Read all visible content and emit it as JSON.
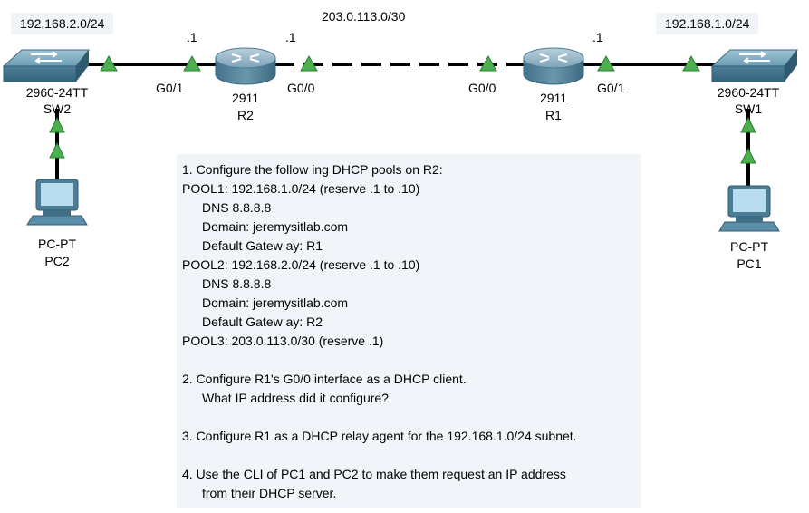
{
  "subnets": {
    "left": "192.168.2.0/24",
    "middle": "203.0.113.0/30",
    "right": "192.168.1.0/24"
  },
  "host_octets": {
    "sw2_side": ".1",
    "r2_g00": ".1",
    "r1_g01": ".1"
  },
  "interfaces": {
    "r2_g01": "G0/1",
    "r2_g00": "G0/0",
    "r1_g00": "G0/0",
    "r1_g01": "G0/1"
  },
  "devices": {
    "sw2": {
      "model": "2960-24TT",
      "name": "SW2"
    },
    "r2": {
      "model": "2911",
      "name": "R2"
    },
    "r1": {
      "model": "2911",
      "name": "R1"
    },
    "sw1": {
      "model": "2960-24TT",
      "name": "SW1"
    },
    "pc2": {
      "model": "PC-PT",
      "name": "PC2"
    },
    "pc1": {
      "model": "PC-PT",
      "name": "PC1"
    }
  },
  "colors": {
    "link_up": "#4caf50",
    "switch_body": "#5b8fa8",
    "router_body": "#6f97ad",
    "notes_bg": "#f1f4f8"
  },
  "instructions": {
    "step1": "1. Configure the follow ing DHCP pools on R2:",
    "pool1": "POOL1: 192.168.1.0/24 (reserve .1 to .10)",
    "pool1_dns": "DNS 8.8.8.8",
    "pool1_domain": "Domain: jeremysitlab.com",
    "pool1_gw": "Default Gatew ay: R1",
    "pool2": "POOL2: 192.168.2.0/24 (reserve .1 to .10)",
    "pool2_dns": "DNS 8.8.8.8",
    "pool2_domain": "Domain: jeremysitlab.com",
    "pool2_gw": "Default Gatew ay: R2",
    "pool3": "POOL3: 203.0.113.0/30 (reserve .1)",
    "step2_a": "2. Configure R1's G0/0 interface as a DHCP client.",
    "step2_b": "What IP address did it configure?",
    "step3": "3. Configure R1 as a DHCP relay agent for the 192.168.1.0/24 subnet.",
    "step4_a": "4. Use the CLI of PC1 and PC2 to make them request an IP address",
    "step4_b": "from their DHCP server."
  }
}
